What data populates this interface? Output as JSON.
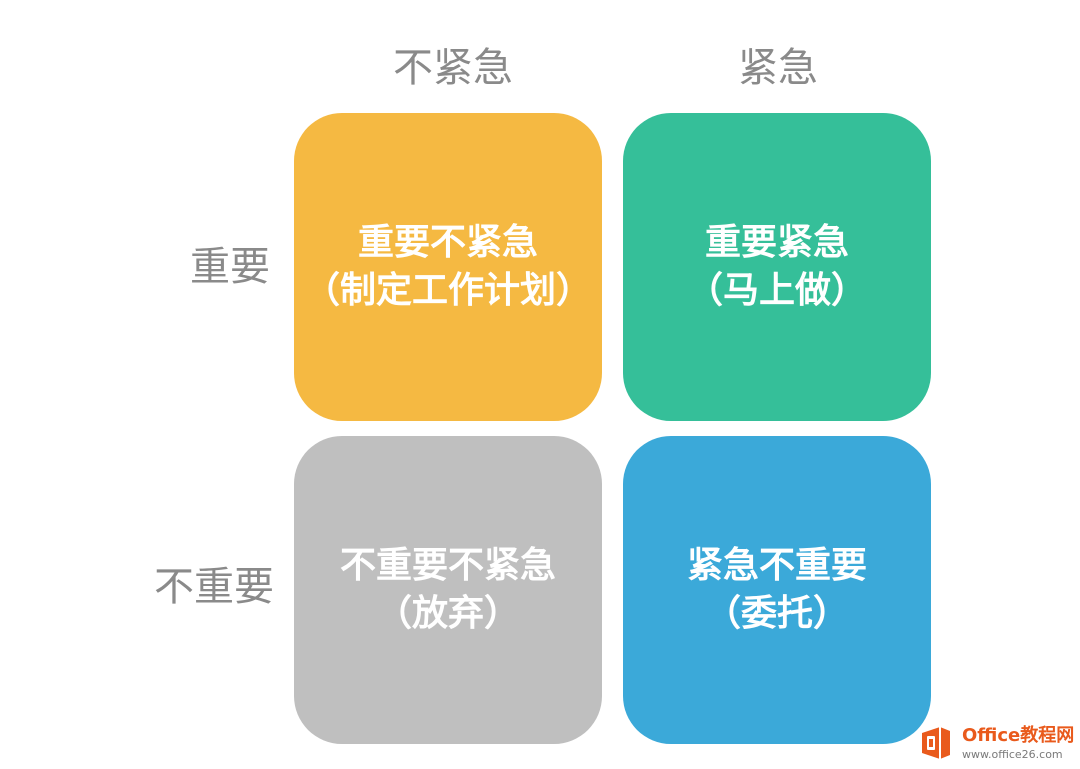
{
  "columns": [
    {
      "label": "不紧急"
    },
    {
      "label": "紧急"
    }
  ],
  "rows": [
    {
      "label": "重要"
    },
    {
      "label": "不重要"
    }
  ],
  "quadrants": [
    {
      "id": "q-tl",
      "line1": "重要不紧急",
      "line2": "（制定工作计划）",
      "color": "#f5b942"
    },
    {
      "id": "q-tr",
      "line1": "重要紧急",
      "line2": "（马上做）",
      "color": "#35bf99"
    },
    {
      "id": "q-bl",
      "line1": "不重要不紧急",
      "line2": "（放弃）",
      "color": "#bfbfbf"
    },
    {
      "id": "q-br",
      "line1": "紧急不重要",
      "line2": "（委托）",
      "color": "#3ba9d9"
    }
  ],
  "watermark": {
    "title": "Office教程网",
    "url": "www.office26.com",
    "icon": "office-logo-icon",
    "brand_color": "#e95a1c"
  }
}
